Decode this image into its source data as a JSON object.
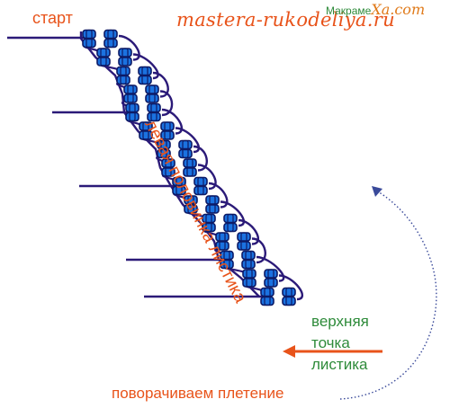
{
  "labels": {
    "start": "старт",
    "left_half": "левая половинка листика",
    "top_point_line1": "верхняя",
    "top_point_line2": "точка",
    "top_point_line3": "листика",
    "turn_weaving": "поворачиваем плетение"
  },
  "watermark": {
    "site": "mastera-rukodeliya.ru",
    "brand_main": "Макраме",
    "brand_suffix": "Ха.com"
  },
  "colors": {
    "cord": "#2b1a78",
    "knot_fill": "#1b72e0",
    "knot_stroke": "#0c1a66",
    "arrow": "#e8531a",
    "dotted_arrow": "#3a4a9a",
    "accent_orange": "#e8531a",
    "accent_green": "#2e8b3a"
  },
  "diagram": {
    "rows": 15,
    "knots_per_row": 2,
    "new_cords": 5
  }
}
